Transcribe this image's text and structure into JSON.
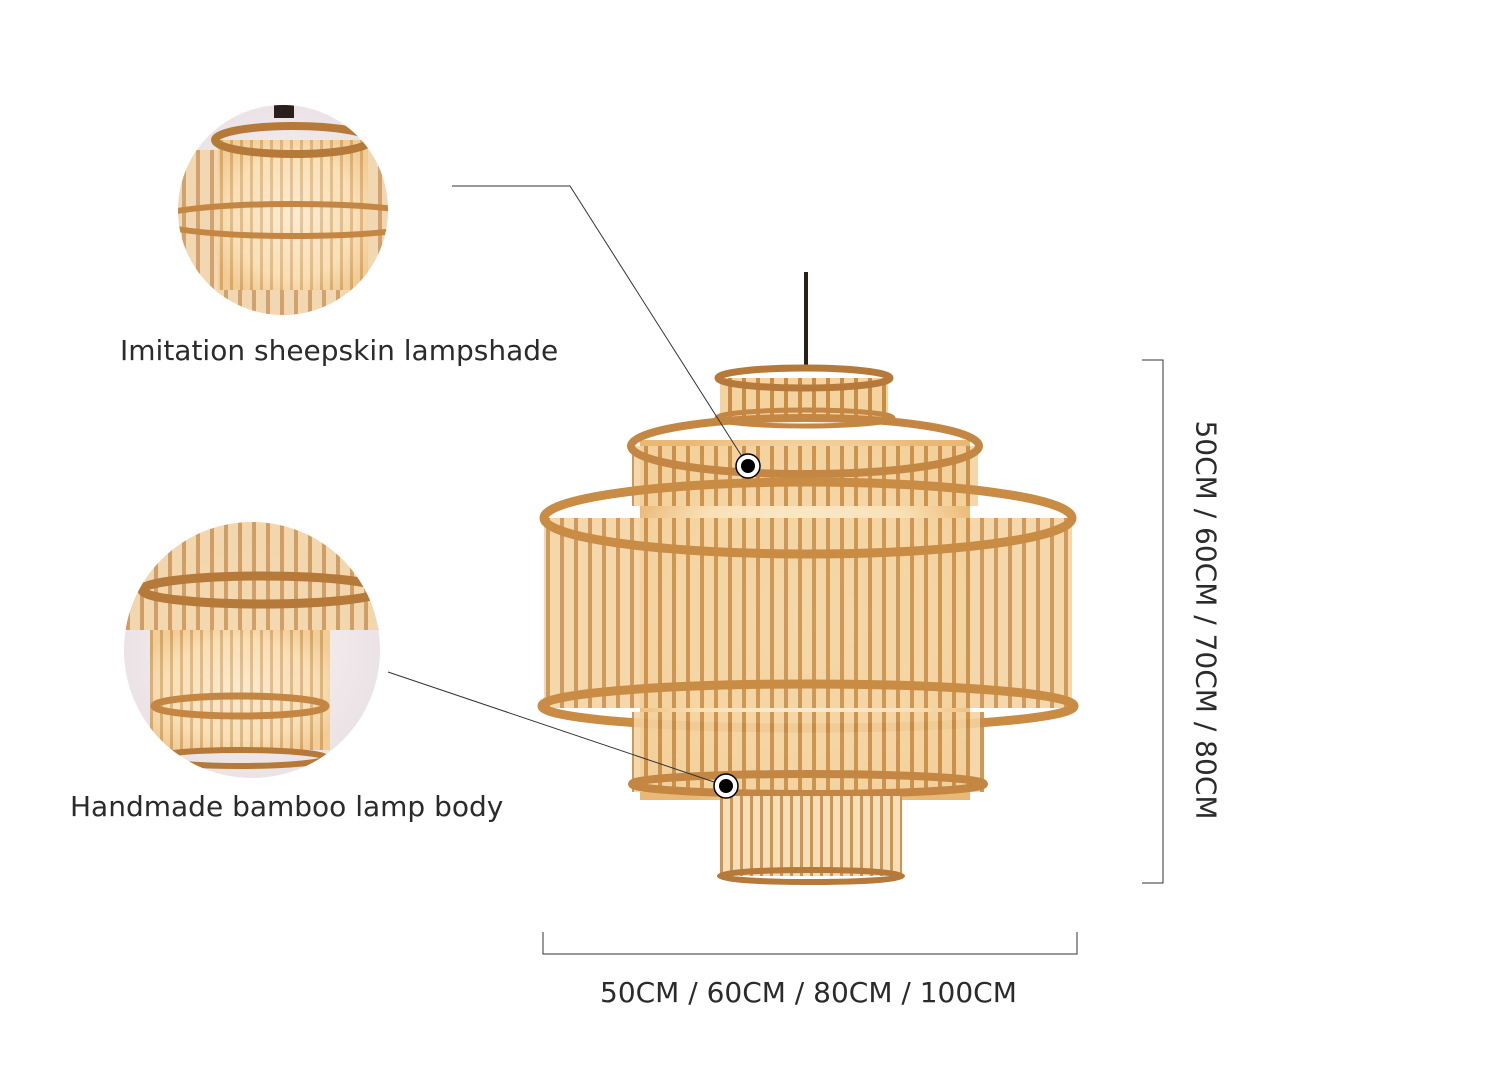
{
  "callouts": {
    "top": {
      "label": "Imitation sheepskin lampshade",
      "icon": "lampshade-closeup"
    },
    "bottom": {
      "label": "Handmade bamboo lamp body",
      "icon": "bamboo-body-closeup"
    }
  },
  "dimensions": {
    "width_label": "50CM / 60CM / 80CM / 100CM",
    "height_label": "50CM / 60CM / 70CM / 80CM"
  },
  "colors": {
    "bamboo": "#d9a564",
    "bamboo_dark": "#b5793a",
    "glow": "#fbe9cc",
    "cord": "#2a1f1a",
    "line": "#333333"
  }
}
